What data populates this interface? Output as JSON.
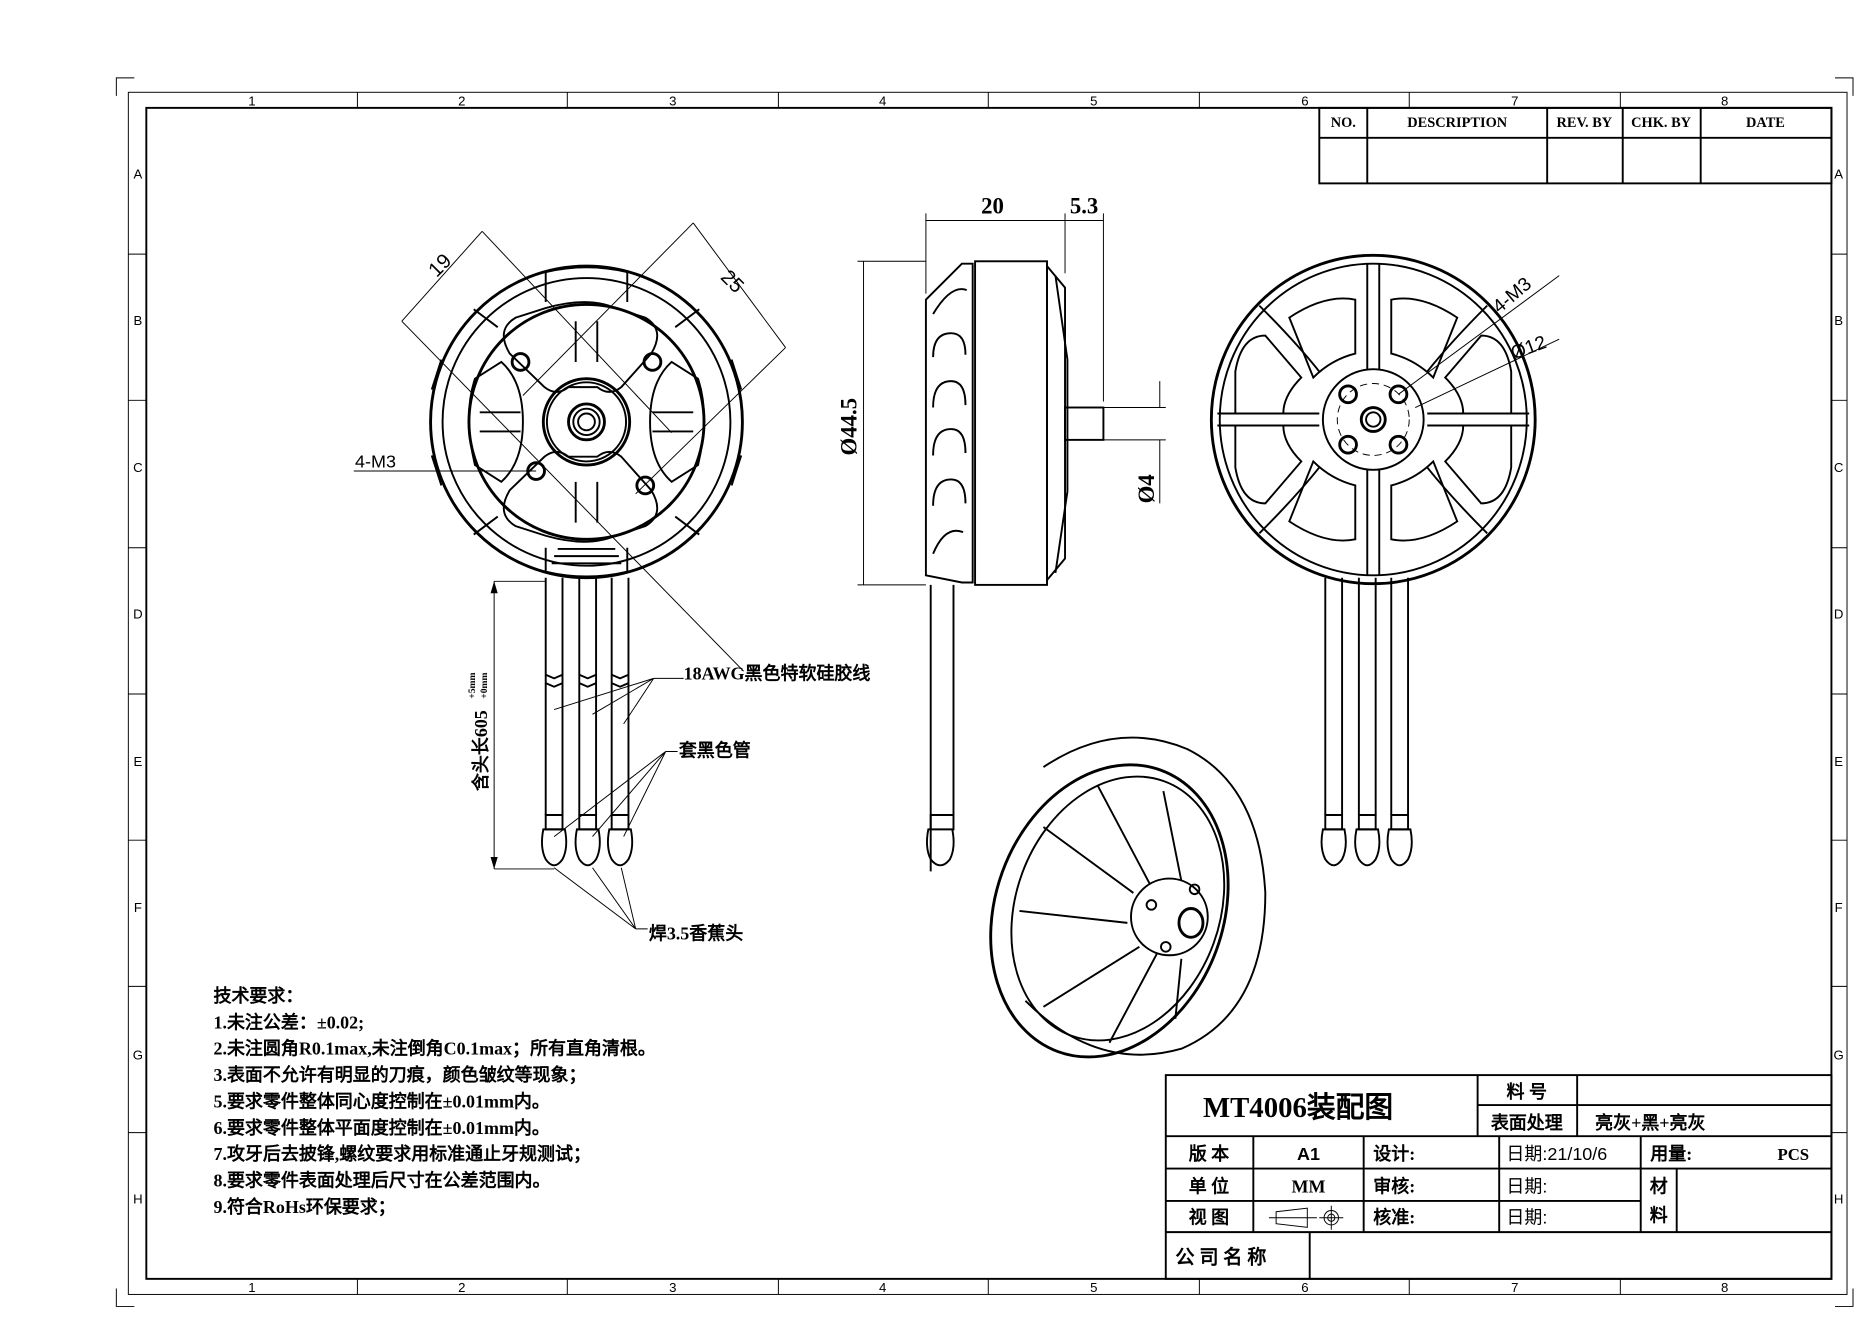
{
  "zones": {
    "columns": [
      "1",
      "2",
      "3",
      "4",
      "5",
      "6",
      "7",
      "8"
    ],
    "rows": [
      "A",
      "B",
      "C",
      "D",
      "E",
      "F",
      "G",
      "H"
    ]
  },
  "revision_table": {
    "headers": [
      "NO.",
      "DESCRIPTION",
      "REV. BY",
      "CHK. BY",
      "DATE"
    ]
  },
  "dimensions": {
    "front_left": {
      "d1": "19",
      "d2": "25",
      "holes": "4-M3"
    },
    "side": {
      "width": "20",
      "shaft_len": "5.3",
      "diameter": "Ø44.5",
      "shaft_dia": "Ø4"
    },
    "front_right": {
      "holes": "4-M3",
      "pcd": "Ø12"
    },
    "wire_length": {
      "main": "含头长605",
      "tol_upper": "+5mm",
      "tol_lower": "+0mm"
    }
  },
  "callouts": {
    "wire": "18AWG黑色特软硅胶线",
    "sleeve": "套黑色管",
    "connector": "焊3.5香蕉头"
  },
  "tech_requirements": {
    "title": "技术要求：",
    "items": [
      "1.未注公差：±0.02;",
      "2.未注圆角R0.1max,未注倒角C0.1max；所有直角清根。",
      "3.表面不允许有明显的刀痕，颜色皱纹等现象；",
      "5.要求零件整体同心度控制在±0.01mm内。",
      "6.要求零件整体平面度控制在±0.01mm内。",
      "7.攻牙后去披锋,螺纹要求用标准通止牙规测试；",
      "8.要求零件表面处理后尺寸在公差范围内。",
      "9.符合RoHs环保要求；"
    ]
  },
  "title_block": {
    "drawing_title": "MT4006装配图",
    "part_no_label": "料 号",
    "part_no_value": "",
    "surface_label": "表面处理",
    "surface_value": "亮灰+黑+亮灰",
    "version_label": "版 本",
    "version_value": "A1",
    "design_label": "设计:",
    "date1_label": "日期:21/10/6",
    "qty_label": "用量:",
    "qty_unit": "PCS",
    "unit_label": "单 位",
    "unit_value": "MM",
    "review_label": "审核:",
    "date2_label": "日期:",
    "material_label_1": "材",
    "material_label_2": "料",
    "view_label": "视 图",
    "approve_label": "核准:",
    "date3_label": "日期:",
    "company_label": "公 司 名 称"
  }
}
